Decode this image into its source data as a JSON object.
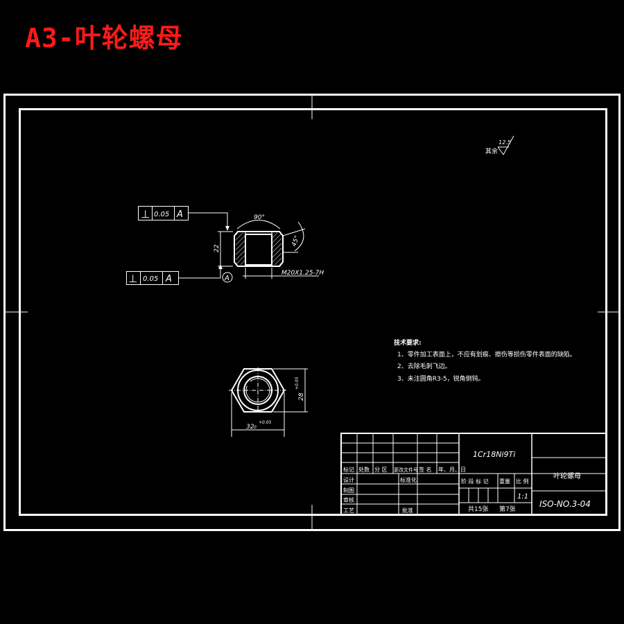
{
  "header": {
    "title": "A3-叶轮螺母"
  },
  "surface_finish": {
    "label": "其余",
    "roughness": "12.5"
  },
  "tolerance_frames": [
    {
      "symbol": "⊥",
      "value": "0.05",
      "datum": "A"
    },
    {
      "symbol": "⊥",
      "value": "0.05",
      "datum": "A"
    }
  ],
  "section_view": {
    "chamfer_angle": "90°",
    "angle_45": "45°",
    "height": "22",
    "thread": "M20X1.25-7H",
    "datum_label": "A"
  },
  "top_view": {
    "across_flats": "28",
    "across_flats_tol": "+0.05",
    "width": "32",
    "width_tol_upper": "+0.05",
    "width_tol_lower": "0"
  },
  "tech_requirements": {
    "heading": "技术要求:",
    "items": [
      "1、零件加工表面上，不应有划痕、擦伤等损伤零件表面的缺陷。",
      "2、去除毛刺飞边。",
      "3、未注圆角R3-5，锐角倒钝。"
    ]
  },
  "title_block": {
    "material": "1Cr18Ni9Ti",
    "part_name": "叶轮螺母",
    "drawing_no": "ISO-NO.3-04",
    "scale": "1:1",
    "total_sheets": "共15张",
    "sheet_no": "第7张",
    "revision_headers": [
      "标记",
      "处数",
      "分 区",
      "更改文件号",
      "签 名",
      "年、月、日"
    ],
    "row_labels": [
      "设计",
      "制图",
      "审核",
      "工艺"
    ],
    "standardization": "标准化",
    "approve": "批准",
    "stage_headers": [
      "阶 段 标 记",
      "重量",
      "比 例"
    ]
  }
}
